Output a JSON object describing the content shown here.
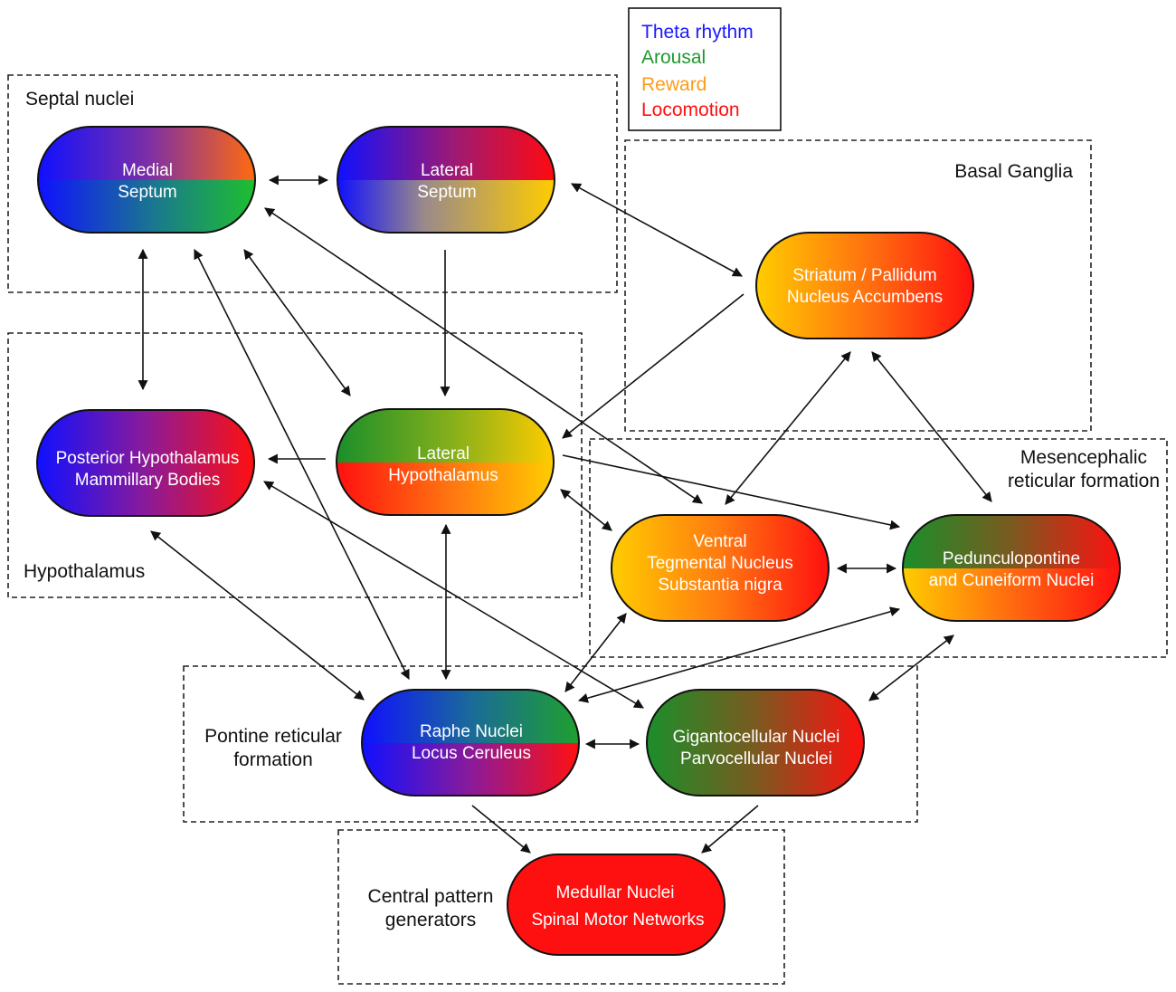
{
  "legend": [
    {
      "label": "Theta rhythm",
      "color": "#1a1aff"
    },
    {
      "label": "Arousal",
      "color": "#1f9a2f"
    },
    {
      "label": "Reward",
      "color": "#ff9a1a"
    },
    {
      "label": "Locomotion",
      "color": "#ff1010"
    }
  ],
  "regions": {
    "septal": {
      "label": "Septal nuclei"
    },
    "basal": {
      "label": "Basal Ganglia"
    },
    "hypothalamus": {
      "label": "Hypothalamus"
    },
    "mesencephalic": {
      "line1": "Mesencephalic",
      "line2": "reticular formation"
    },
    "pontine": {
      "line1": "Pontine reticular",
      "line2": "formation"
    },
    "cpg": {
      "line1": "Central pattern",
      "line2": "generators"
    }
  },
  "nodes": {
    "medial_septum": {
      "line1": "Medial",
      "line2": "Septum"
    },
    "lateral_septum": {
      "line1": "Lateral",
      "line2": "Septum"
    },
    "striatum": {
      "line1": "Striatum / Pallidum",
      "line2": "Nucleus Accumbens"
    },
    "posterior_hypothalamus": {
      "line1": "Posterior Hypothalamus",
      "line2": "Mammillary Bodies"
    },
    "lateral_hypothalamus": {
      "line1": "Lateral",
      "line2": "Hypothalamus"
    },
    "vta": {
      "line1": "Ventral",
      "line2": "Tegmental Nucleus",
      "line3": "Substantia nigra"
    },
    "pedunculopontine": {
      "line1": "Pedunculopontine",
      "line2": "and Cuneiform Nuclei"
    },
    "raphe": {
      "line1": "Raphe Nuclei",
      "line2": "Locus Ceruleus"
    },
    "gigantocellular": {
      "line1": "Gigantocellular Nuclei",
      "line2": "Parvocellular Nuclei"
    },
    "medullar": {
      "line1": "Medullar Nuclei",
      "line2": "Spinal Motor Networks"
    }
  }
}
